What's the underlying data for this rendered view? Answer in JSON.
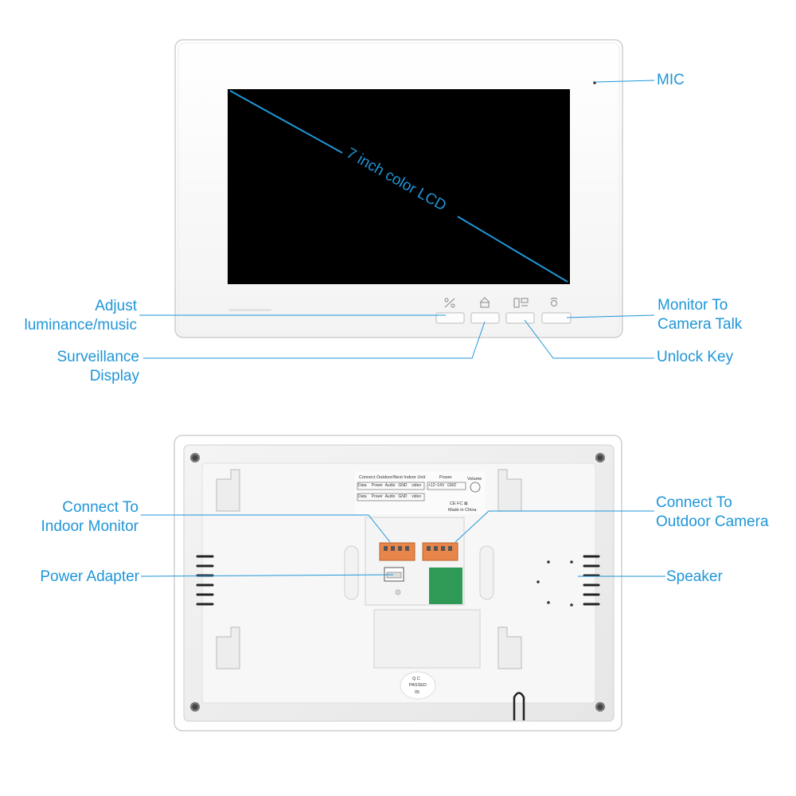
{
  "front": {
    "screen_caption": "7 inch color LCD",
    "labels": {
      "mic": "MIC",
      "adjust_line1": "Adjust",
      "adjust_line2": "luminance/music",
      "surveillance_line1": "Surveillance",
      "surveillance_line2": "Display",
      "monitor_talk_line1": "Monitor To",
      "monitor_talk_line2": "Camera Talk",
      "unlock": "Unlock Key"
    },
    "button_icons": [
      "percent-icon",
      "house-icon",
      "unlock-door-icon",
      "talk-icon"
    ]
  },
  "back": {
    "labels": {
      "indoor_line1": "Connect To",
      "indoor_line2": "Indoor Monitor",
      "power": "Power Adapter",
      "outdoor_line1": "Connect To",
      "outdoor_line2": "Outdoor Camera",
      "speaker": "Speaker"
    },
    "sticker": {
      "header_connect": "Connect Outdoor/Next Indoor Unit",
      "header_power": "Power",
      "header_volume": "Volume",
      "row1": [
        "Data",
        "Power",
        "Audio",
        "GND",
        "video"
      ],
      "row2": [
        "Data",
        "Power",
        "Audio",
        "GND",
        "video"
      ],
      "power_cells": [
        "+12~14V",
        "GND"
      ],
      "cert": "CE FC ⊠",
      "made_in": "Made in China"
    },
    "qc_badge": [
      "Q C",
      "PASSED",
      "05"
    ]
  },
  "colors": {
    "accent": "#1f96d8",
    "lcd": "#000000",
    "terminal_orange": "#e8854a",
    "board_green": "#2e9a56"
  }
}
